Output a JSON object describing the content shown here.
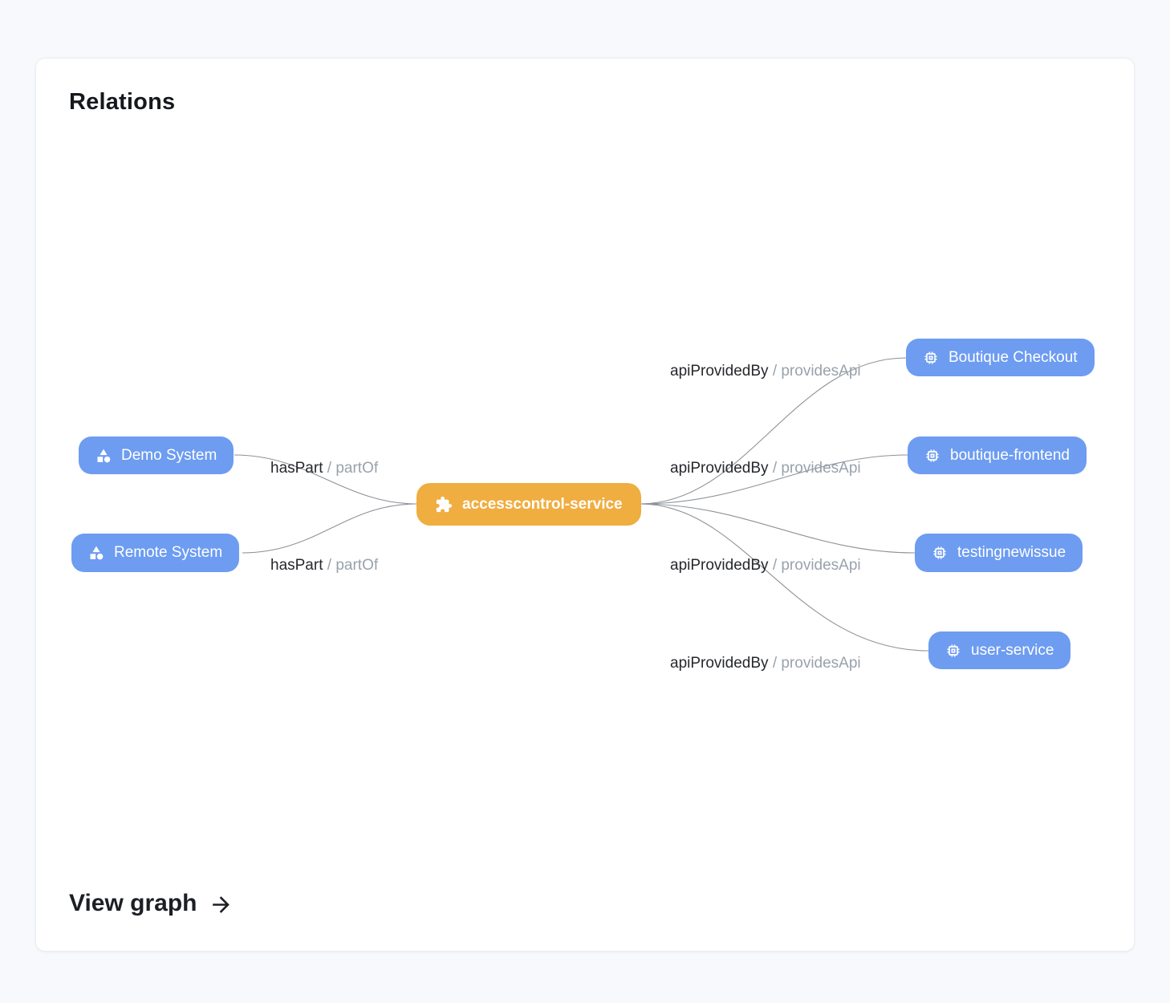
{
  "card": {
    "title": "Relations",
    "view_graph_label": "View graph",
    "view_graph_icon": "arrow-right-icon"
  },
  "colors": {
    "node_blue": "#6d9cf1",
    "node_orange": "#f0ad40",
    "edge_line": "#8d9298",
    "edge_label_primary": "#26282c",
    "edge_label_secondary": "#99a2ac",
    "page_background": "#f7f9fc",
    "card_background": "#ffffff"
  },
  "graph": {
    "center_node": {
      "label": "accesscontrol-service",
      "icon": "puzzle-piece-icon"
    },
    "nodes_left": [
      {
        "label": "Demo System",
        "icon": "system-category-icon"
      },
      {
        "label": "Remote System",
        "icon": "system-category-icon"
      }
    ],
    "nodes_right": [
      {
        "label": "Boutique Checkout",
        "icon": "api-chip-icon"
      },
      {
        "label": "boutique-frontend",
        "icon": "api-chip-icon"
      },
      {
        "label": "testingnewissue",
        "icon": "api-chip-icon"
      },
      {
        "label": "user-service",
        "icon": "api-chip-icon"
      }
    ],
    "edge_labels": [
      {
        "primary": "hasPart",
        "secondary": "/ partOf"
      },
      {
        "primary": "hasPart",
        "secondary": "/ partOf"
      },
      {
        "primary": "apiProvidedBy",
        "secondary": "/ providesApi"
      },
      {
        "primary": "apiProvidedBy",
        "secondary": "/ providesApi"
      },
      {
        "primary": "apiProvidedBy",
        "secondary": "/ providesApi"
      },
      {
        "primary": "apiProvidedBy",
        "secondary": "/ providesApi"
      }
    ]
  }
}
